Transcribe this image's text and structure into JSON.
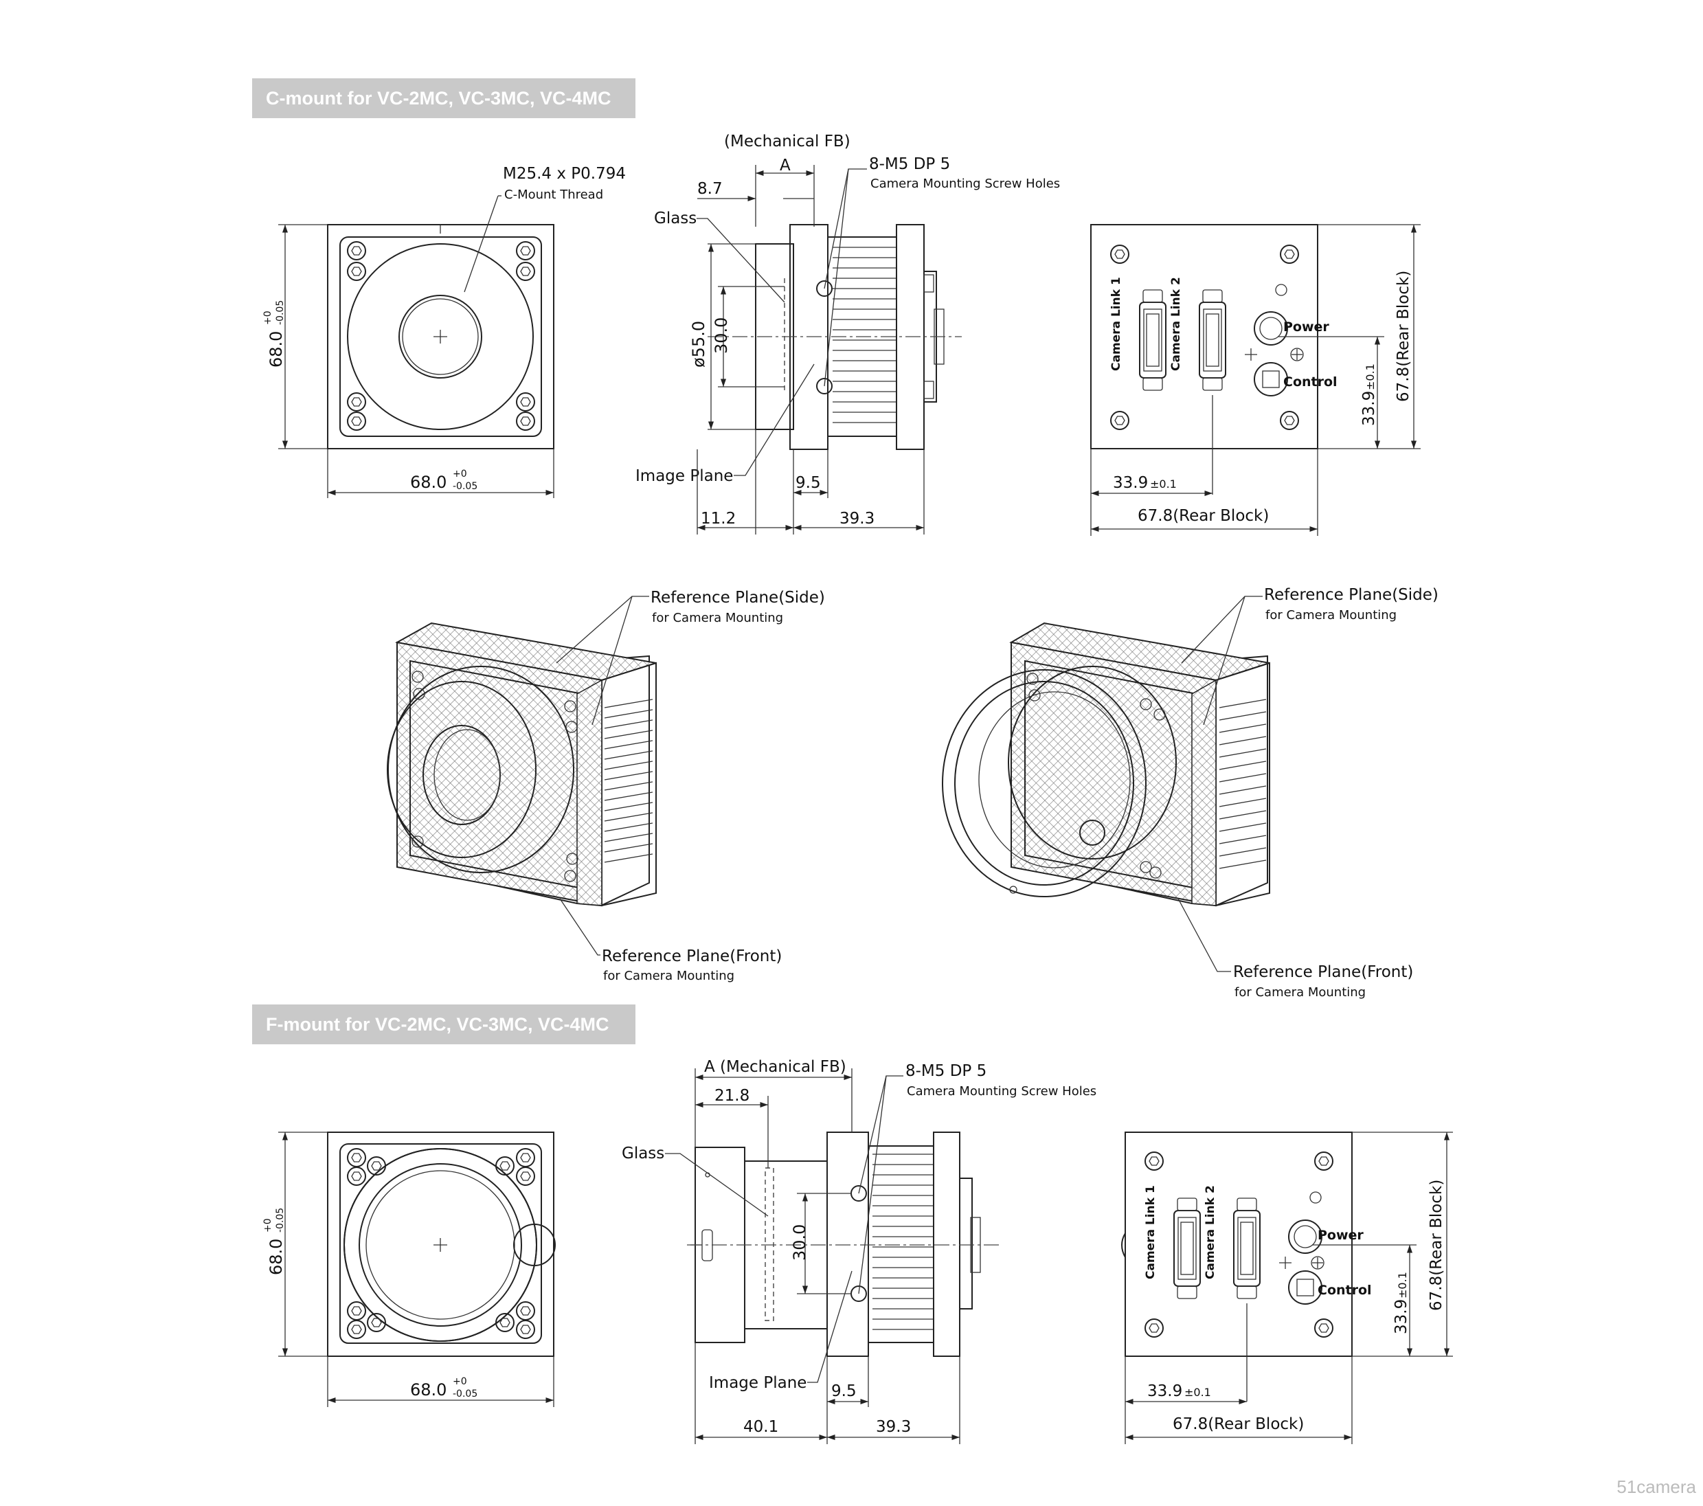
{
  "sections": {
    "c_mount_title": "C-mount for VC-2MC, VC-3MC, VC-4MC",
    "f_mount_title": "F-mount for VC-2MC, VC-3MC, VC-4MC"
  },
  "c_front": {
    "thread": "M25.4 x P0.794",
    "thread_sub": "C-Mount Thread",
    "height": "68.0",
    "width": "68.0",
    "tol_plus": "+0",
    "tol_minus": "-0.05"
  },
  "c_side": {
    "mech_fb": "(Mechanical FB)",
    "a": "A",
    "dim_87": "8.7",
    "holes": "8-M5 DP 5",
    "holes_sub": "Camera Mounting Screw Holes",
    "glass": "Glass",
    "dia": "ø55.0",
    "h30": "30.0",
    "image_plane": "Image Plane",
    "dim_95": "9.5",
    "dim_112": "11.2",
    "dim_393": "39.3"
  },
  "rear": {
    "link1": "Camera Link 1",
    "link2": "Camera Link 2",
    "power": "Power",
    "control": "Control",
    "half_v": "33.9",
    "half_h": "33.9",
    "tol": "±0.1",
    "block_h": "67.8(Rear Block)",
    "block_v": "67.8(Rear Block)"
  },
  "iso": {
    "side": "Reference Plane(Side)",
    "side_sub": "for Camera Mounting",
    "front": "Reference Plane(Front)",
    "front_sub": "for Camera Mounting"
  },
  "f_side": {
    "mech_fb": "A (Mechanical FB)",
    "dim_218": "21.8",
    "holes": "8-M5 DP 5",
    "holes_sub": "Camera Mounting Screw Holes",
    "glass": "Glass",
    "h30": "30.0",
    "image_plane": "Image Plane",
    "dim_95": "9.5",
    "dim_401": "40.1",
    "dim_393": "39.3"
  },
  "watermark": "51camera"
}
